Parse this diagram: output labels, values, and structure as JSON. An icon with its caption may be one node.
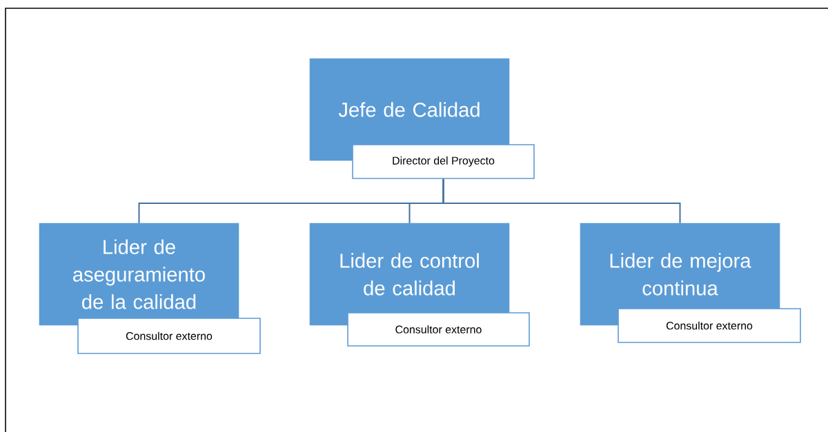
{
  "diagram": {
    "nodes": [
      {
        "text": [
          "Jefe de Calidad",
          "Director del Proyecto"
        ]
      },
      {
        "text": [
          "Lider de aseguramiento de la calidad",
          "Consultor externo"
        ]
      },
      {
        "text": [
          "Lider de control de calidad",
          "Consultor externo"
        ]
      },
      {
        "text": [
          "Lider de mejora continua",
          "Consultor externo"
        ]
      }
    ],
    "edges": [
      {
        "from": 0,
        "to": 1,
        "arrow": "none"
      },
      {
        "from": 0,
        "to": 2,
        "arrow": "none"
      },
      {
        "from": 0,
        "to": 3,
        "arrow": "none"
      }
    ]
  }
}
